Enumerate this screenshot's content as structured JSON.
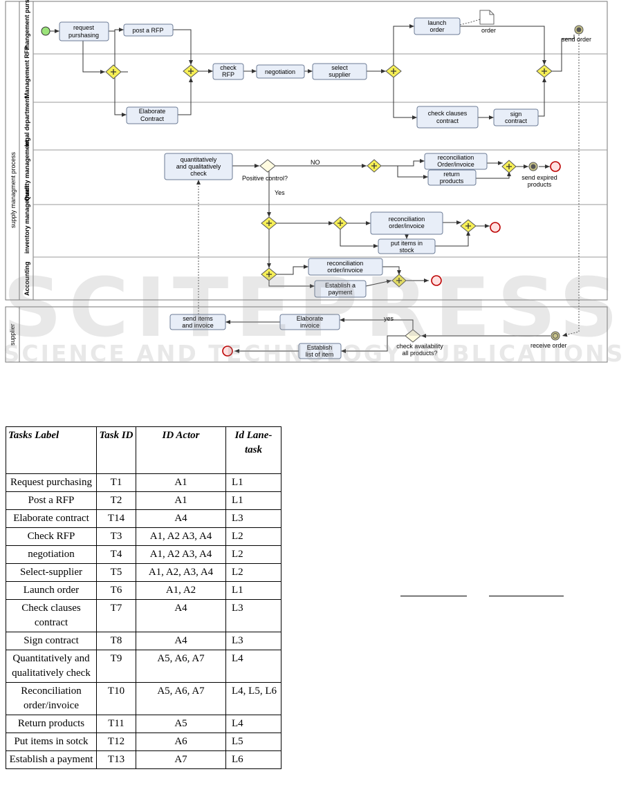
{
  "diagram": {
    "pool_label": "supply managment process",
    "lanes": [
      "mangement purshase",
      "Management RFP",
      "legal department",
      "Quality management",
      "inventory management",
      "Accounting"
    ],
    "supplier_pool_label": "supplier",
    "tasks": {
      "request_purchasing": [
        "request",
        "purshasing"
      ],
      "post_rfp": [
        "post a RFP"
      ],
      "elaborate_contract": [
        "Elaborate",
        "Contract"
      ],
      "check_rfp": [
        "check",
        "RFP"
      ],
      "negotiation": [
        "negotiation"
      ],
      "select_supplier": [
        "select",
        "supplier"
      ],
      "launch_order": [
        "launch",
        "order"
      ],
      "check_clauses": [
        "check clauses",
        "contract"
      ],
      "sign_contract": [
        "sign",
        "contract"
      ],
      "quant_check": [
        "quantitatively",
        "and qualitatively",
        "check"
      ],
      "reconciliation_quality": [
        "reconciliation",
        "Order/invoice"
      ],
      "return_products": [
        "return",
        "products"
      ],
      "reconciliation_inventory": [
        "reconciliation",
        "order/invoice"
      ],
      "put_items": [
        "put items in",
        "stock"
      ],
      "reconciliation_accounting": [
        "reconciliation",
        "order/invoice"
      ],
      "establish_payment": [
        "Establish a",
        "payment"
      ],
      "send_items": [
        "send items",
        "and invoice"
      ],
      "elaborate_invoice": [
        "Elaborate",
        "invoice"
      ],
      "establish_list": [
        "Establish",
        "list of item"
      ]
    },
    "labels": {
      "order_doc": "order",
      "send_order": "send order",
      "no": "NO",
      "positive_control": "Positive control?",
      "yes_upper": "Yes",
      "send_expired": [
        "send expired",
        "products"
      ],
      "yes_lower": "yes",
      "check_availability": [
        "check availability",
        "all products?"
      ],
      "receive_order": "receive order"
    }
  },
  "watermark": {
    "main": "SCITEPRESS",
    "sub": "SCIENCE AND TECHNOLOGY PUBLICATIONS"
  },
  "table": {
    "headers": [
      "Tasks Label",
      "Task ID",
      "ID Actor",
      "Id Lane-task"
    ],
    "rows": [
      [
        "Request purchasing",
        "T1",
        "A1",
        "L1"
      ],
      [
        "Post a RFP",
        "T2",
        "A1",
        "L1"
      ],
      [
        "Elaborate contract",
        "T14",
        "A4",
        "L3"
      ],
      [
        "Check RFP",
        "T3",
        "A1, A2 A3, A4",
        "L2"
      ],
      [
        "negotiation",
        "T4",
        "A1, A2 A3, A4",
        "L2"
      ],
      [
        "Select-supplier",
        "T5",
        "A1, A2, A3, A4",
        "L2"
      ],
      [
        "Launch order",
        "T6",
        "A1, A2",
        "L1"
      ],
      [
        "Check clauses contract",
        "T7",
        "A4",
        "L3"
      ],
      [
        "Sign contract",
        "T8",
        "A4",
        "L3"
      ],
      [
        "Quantitatively and qualitatively check",
        "T9",
        "A5, A6, A7",
        "L4"
      ],
      [
        "Reconciliation order/invoice",
        "T10",
        "A5, A6, A7",
        "L4, L5, L6"
      ],
      [
        "Return products",
        "T11",
        "A5",
        "L4"
      ],
      [
        "Put items in sotck",
        "T12",
        "A6",
        "L5"
      ],
      [
        "Establish a payment",
        "T13",
        "A7",
        "L6"
      ]
    ]
  }
}
